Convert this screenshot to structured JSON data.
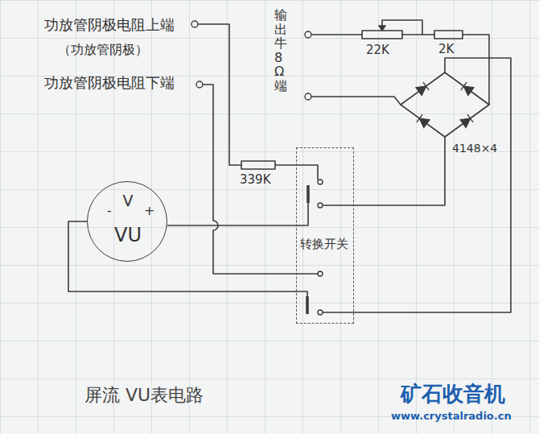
{
  "diagram": {
    "caption": "屏流 VU表电路",
    "nodes": [
      {
        "text": [
          "V",
          "-",
          "+",
          "VU"
        ]
      },
      {
        "text": [
          "转换开关"
        ]
      }
    ],
    "edges": [
      {
        "from": 0,
        "to": 1,
        "arrow": "none"
      },
      {
        "from": 0,
        "to": 1,
        "arrow": "none"
      }
    ],
    "labels": [
      "功放管阴极电阻上端",
      "（功放管阴极）",
      "功放管阴极电阻下端",
      "输出牛8Ω端",
      "22K",
      "2K",
      "4148×4",
      "339K",
      "矿石收音机",
      "www.crystalradio.cn"
    ]
  }
}
